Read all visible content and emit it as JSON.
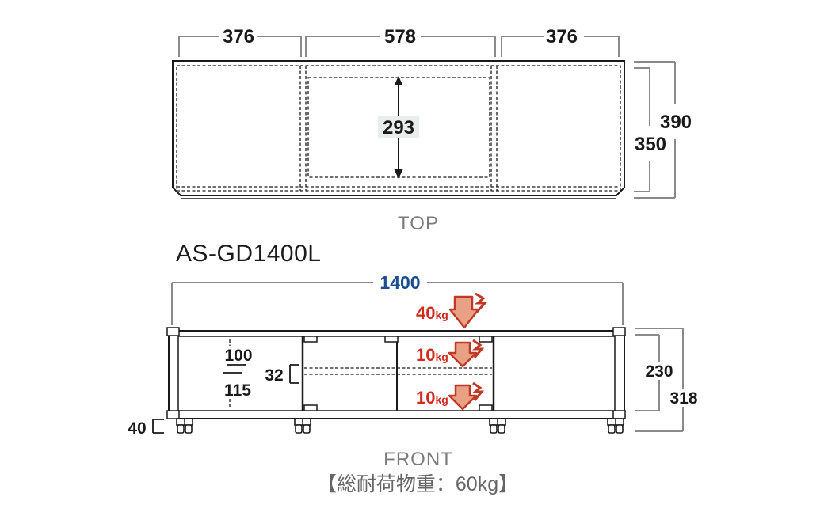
{
  "title": "AS-GD1400L",
  "caption": "【総耐荷物重：60kg】",
  "colors": {
    "blue": "#1a4f8f",
    "red": "#d02b1e",
    "red_dark": "#bf3a26",
    "salmon": "#e9a185",
    "gray_text": "#7b7b7b",
    "gray_line": "#8a8a8a",
    "ink": "#1a1a1a",
    "label_bg": "#e9edec",
    "caption": "#666666"
  },
  "top_view": {
    "label": "TOP",
    "width_left": "376",
    "width_center": "578",
    "width_right": "376",
    "depth_total": "390",
    "depth_inner": "350",
    "opening_depth": "293"
  },
  "front_view": {
    "label": "FRONT",
    "total_width": "1400",
    "height_body": "230",
    "height_total": "318",
    "dim_top_offset": "100",
    "dim_bottom_offset": "115",
    "dim_shelf_thickness": "32",
    "caster_height": "40",
    "load_top": {
      "value": "40",
      "unit": "kg"
    },
    "load_shelf_upper": {
      "value": "10",
      "unit": "kg"
    },
    "load_shelf_lower": {
      "value": "10",
      "unit": "kg"
    }
  }
}
